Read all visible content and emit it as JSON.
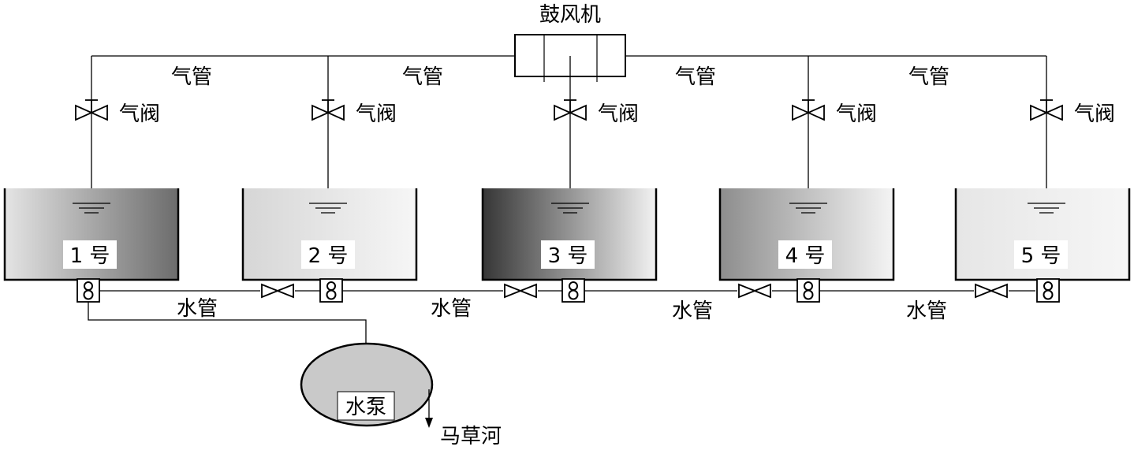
{
  "title": "",
  "blower": {
    "label": "鼓风机"
  },
  "air_pipe_label": "气管",
  "air_valve_label": "气阀",
  "water_pipe_label": "水管",
  "pump": {
    "label": "水泵"
  },
  "outlet": {
    "label": "马草河"
  },
  "tanks": [
    {
      "label": "1 号",
      "shade": "#6c6c6c"
    },
    {
      "label": "2 号",
      "shade": "#d6d6d6"
    },
    {
      "label": "3 号",
      "shade": "#363636"
    },
    {
      "label": "4 号",
      "shade": "#8d8d8d"
    },
    {
      "label": "5 号",
      "shade": "#e6e6e6"
    }
  ],
  "colors": {
    "line": "#000000",
    "pump_fill": "#c9c9c9"
  }
}
